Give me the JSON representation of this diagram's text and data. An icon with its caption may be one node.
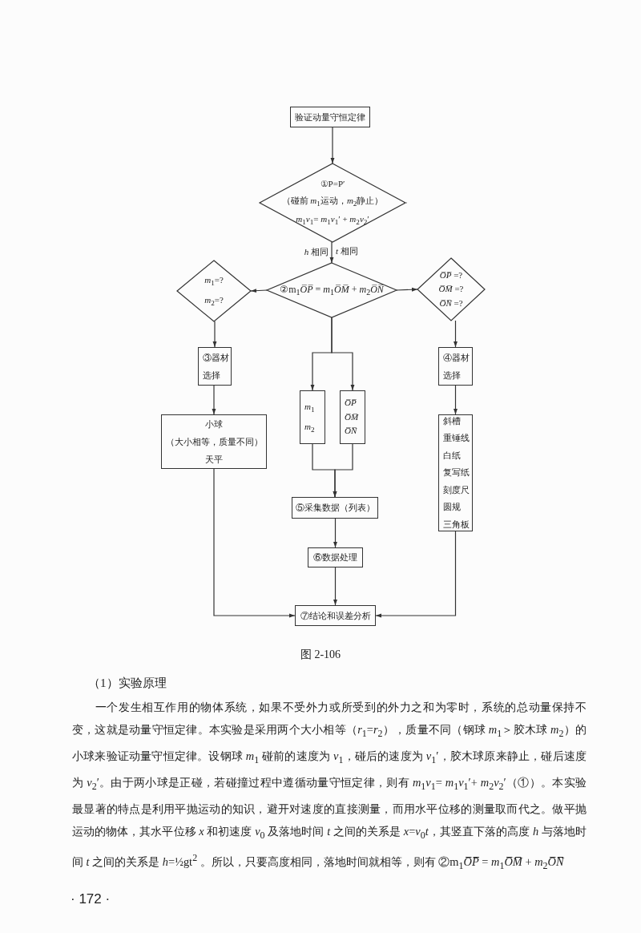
{
  "diagram": {
    "caption": "图 2-106",
    "nodes": [
      {
        "text": [
          "验证动量守恒定律"
        ]
      },
      {
        "text": [
          "①P=P′",
          "（碰前 *m*$_{1}$运动，*m*$_{2}$静止）",
          "*m*$_{1}$*v*$_{1}$= *m*$_{1}$*v*$_{1}$′ + *m*$_{2}$*v*$_{2}$′"
        ]
      },
      {
        "text": [
          "②m$_{1}$*O̅P̅* = *m*$_{1}$*O̅M̅* + *m*$_{2}$*O̅N̅*"
        ]
      },
      {
        "text": [
          "*m*$_{1}$=?",
          "*m*$_{2}$=?"
        ]
      },
      {
        "text": [
          "*O̅P̅* =?",
          "*O̅M̅* =?",
          "*O̅N̅* =?"
        ]
      },
      {
        "text": [
          "③器材选择"
        ]
      },
      {
        "text": [
          "小球",
          "（大小相等，质量不同）",
          "天平"
        ]
      },
      {
        "text": [
          "*m*$_{1}$",
          "*m*$_{2}$"
        ]
      },
      {
        "text": [
          "*O̅P̅*",
          "*O̅M̅*",
          "*O̅N̅*"
        ]
      },
      {
        "text": [
          "④器材选择"
        ]
      },
      {
        "text": [
          "斜槽",
          "重锤线",
          "白纸",
          "复写纸",
          "刻度尺",
          "圆规",
          "三角板"
        ]
      },
      {
        "text": [
          "⑤采集数据（列表）"
        ]
      },
      {
        "text": [
          "⑥数据处理"
        ]
      },
      {
        "text": [
          "⑦结论和误差分析"
        ]
      }
    ],
    "edges": [
      {
        "from": 0,
        "to": 1,
        "arrow": "to"
      },
      {
        "from": 1,
        "to": 2,
        "arrow": "to",
        "label": "*h* 相同"
      },
      {
        "from": 2,
        "to": 3,
        "arrow": "to"
      },
      {
        "from": 2,
        "to": 4,
        "arrow": "to"
      },
      {
        "from": 2,
        "to": 7,
        "arrow": "to"
      },
      {
        "from": 2,
        "to": 8,
        "arrow": "to"
      },
      {
        "from": 3,
        "to": 5,
        "arrow": "to"
      },
      {
        "from": 5,
        "to": 6,
        "arrow": "to"
      },
      {
        "from": 4,
        "to": 9,
        "arrow": "to"
      },
      {
        "from": 9,
        "to": 10,
        "arrow": "to"
      },
      {
        "from": 7,
        "to": 11,
        "arrow": "to"
      },
      {
        "from": 8,
        "to": 11,
        "arrow": "to"
      },
      {
        "from": 11,
        "to": 12,
        "arrow": "to"
      },
      {
        "from": 12,
        "to": 13,
        "arrow": "to"
      },
      {
        "from": 6,
        "to": 13,
        "arrow": "to"
      },
      {
        "from": 10,
        "to": 13,
        "arrow": "to"
      }
    ],
    "labels": [
      "*t* 相同",
      "（1）实验原理",
      "一个发生相互作用的物体系统，如果不受外力或所受到的外力之和为零时，系统的总动量保持不变，这就是动量守恒定律。本实验是采用两个大小相等（*r*$_{1}$=*r*$_{2}$），质量不同（钢球 *m*$_{1}$＞胶木球 *m*$_{2}$）的小球来验证动量守恒定律。设钢球 *m*$_{1}$ 碰前的速度为 *v*$_{1}$，碰后的速度为 *v*$_{1}$′，胶木球原来静止，碰后速度为 *v*$_{2}$′。由于两小球是正碰，若碰撞过程中遵循动量守恒定律，则有 *m*$_{1}$*v*$_{1}$= *m*$_{1}$*v*$_{1}$′+ *m*$_{2}$*v*$_{2}$′（①）。本实验最显著的特点是利用平抛运动的知识，避开对速度的直接测量，而用水平位移的测量取而代之。做平抛运动的物体，其水平位移 *x* 和初速度 *v*$_{0}$ 及落地时间 *t* 之间的关系是 *x*=*v*$_{0}$*t*，其竖直下落的高度 *h* 与落地时间 *t* 之间的关系是 *h*=½gt$^{2}$ 。所以，只要高度相同，落地时间就相等，则有 ②m$_{1}$*O̅P̅* = *m*$_{1}$*O̅M̅* + *m*$_{2}$*O̅N̅*",
      "· 172 ·"
    ]
  }
}
